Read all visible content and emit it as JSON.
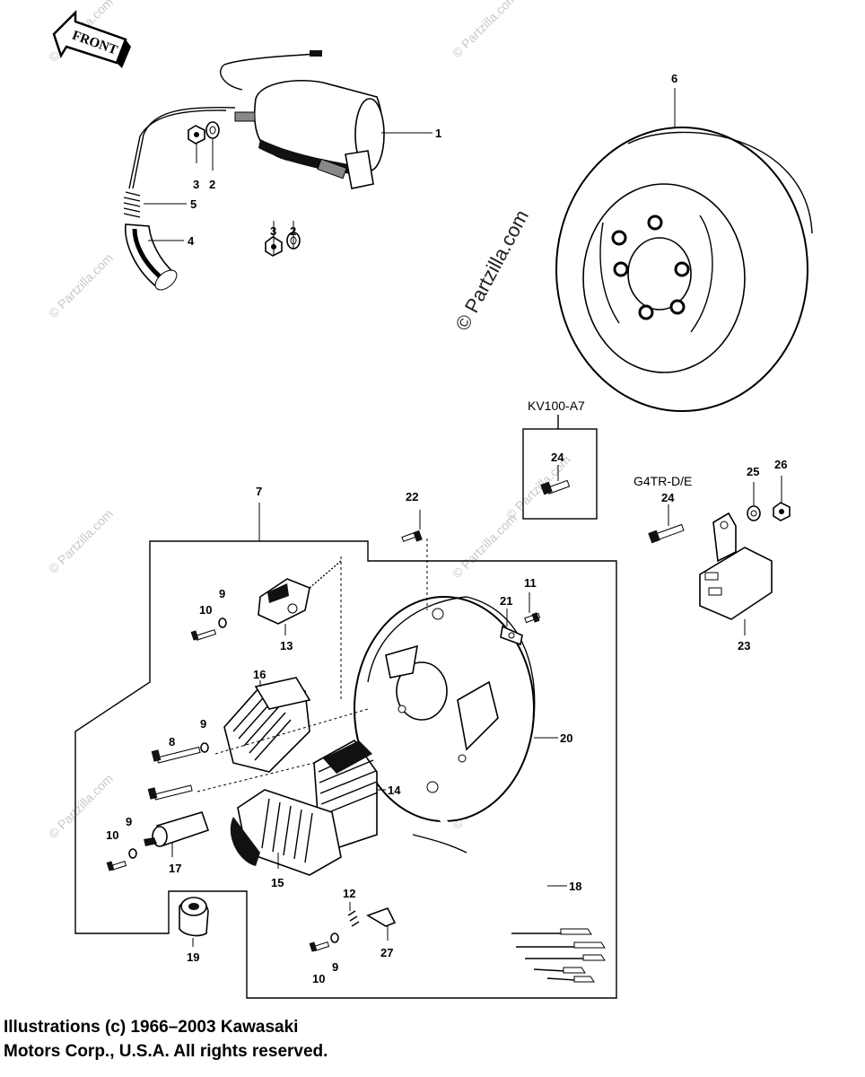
{
  "front_arrow": {
    "text": "FRONT"
  },
  "watermarks": {
    "main": "© Partzilla.com",
    "faint": "© Partzilla.com"
  },
  "variants": {
    "kv": "KV100-A7",
    "g4": "G4TR-D/E"
  },
  "labels": {
    "p1": "1",
    "p2a": "2",
    "p2b": "2",
    "p3a": "3",
    "p3b": "3",
    "p4": "4",
    "p5": "5",
    "p6": "6",
    "p7": "7",
    "p8": "8",
    "p9a": "9",
    "p9b": "9",
    "p9c": "9",
    "p9d": "9",
    "p10a": "10",
    "p10b": "10",
    "p10c": "10",
    "p11": "11",
    "p12": "12",
    "p13": "13",
    "p14": "14",
    "p15": "15",
    "p16": "16",
    "p17": "17",
    "p18": "18",
    "p19": "19",
    "p20": "20",
    "p21": "21",
    "p22": "22",
    "p23": "23",
    "p24a": "24",
    "p24b": "24",
    "p25": "25",
    "p26": "26",
    "p27": "27"
  },
  "copyright": {
    "line1": "Illustrations (c) 1966–2003 Kawasaki",
    "line2": "Motors Corp., U.S.A.  All rights reserved."
  }
}
